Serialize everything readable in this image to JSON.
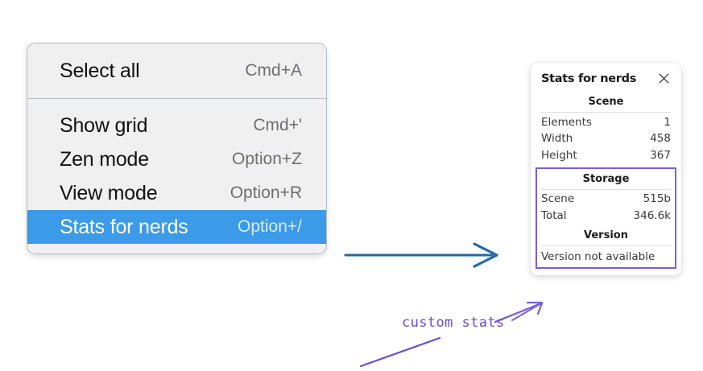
{
  "context_menu": {
    "groups": [
      {
        "name": "primary",
        "items": [
          {
            "label": "Select all",
            "shortcut": "Cmd+A",
            "selected": false
          }
        ]
      },
      {
        "name": "secondary",
        "items": [
          {
            "label": "Show grid",
            "shortcut": "Cmd+'",
            "selected": false
          },
          {
            "label": "Zen mode",
            "shortcut": "Option+Z",
            "selected": false
          },
          {
            "label": "View mode",
            "shortcut": "Option+R",
            "selected": false
          },
          {
            "label": "Stats for nerds",
            "shortcut": "Option+/",
            "selected": true
          }
        ]
      }
    ],
    "selected_background": "#3b9be8",
    "background": "#f0f0f1",
    "border_color": "#b8bcc3"
  },
  "stats_panel": {
    "title": "Stats for nerds",
    "close_icon": "close-icon",
    "sections": [
      {
        "name": "scene",
        "heading": "Scene",
        "rows": [
          {
            "label": "Elements",
            "value": "1"
          },
          {
            "label": "Width",
            "value": "458"
          },
          {
            "label": "Height",
            "value": "367"
          }
        ]
      },
      {
        "name": "storage",
        "heading": "Storage",
        "rows": [
          {
            "label": "Scene",
            "value": "515b"
          },
          {
            "label": "Total",
            "value": "346.6k"
          }
        ]
      },
      {
        "name": "version",
        "heading": "Version",
        "note": "Version not available"
      }
    ],
    "highlight_color": "#7b5ddb"
  },
  "annotations": {
    "custom_stats_label": "custom stats",
    "label_color": "#6a4ed6",
    "arrow_color": "#1f6aa8"
  }
}
